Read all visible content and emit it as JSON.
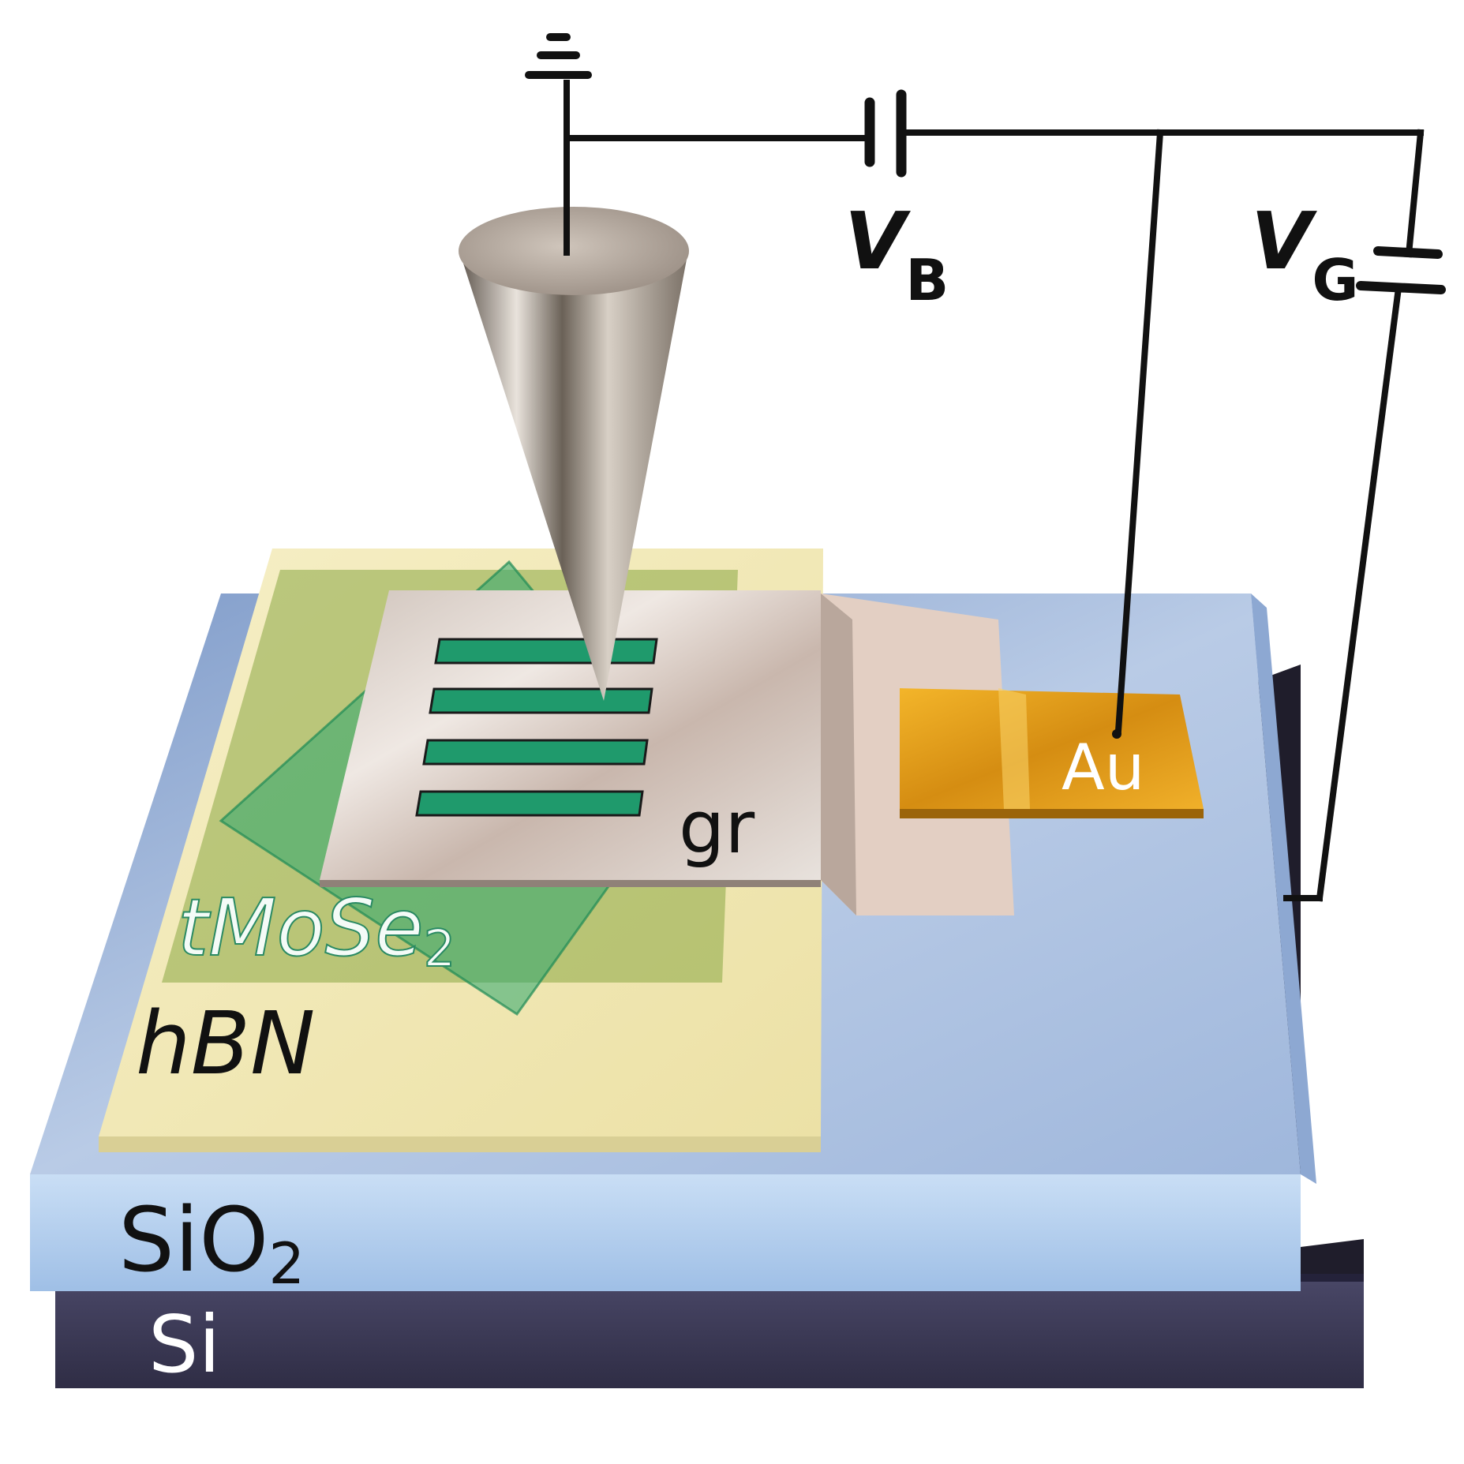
{
  "labels": {
    "ground": "",
    "bias_main": "V",
    "bias_sub": "B",
    "gate_main": "V",
    "gate_sub": "G",
    "graphene": "gr",
    "gold": "Au",
    "tmose2_main": "tMoSe",
    "tmose2_sub": "2",
    "hbn": "hBN",
    "sio2_main": "SiO",
    "sio2_sub": "2",
    "si": "Si"
  },
  "colors": {
    "background": "#ffffff",
    "si": "#3b3a55",
    "si_edge": "#1c1b2a",
    "sio2_top": "#a9bfe0",
    "sio2_front": "#b7d3f0",
    "hbn": "#f1e8b4",
    "tmose2": "#2f9e6b",
    "graphene": "#d6cdc6",
    "gold": "#e3a21a",
    "tip": "#a49a8f",
    "wire": "#111111"
  }
}
